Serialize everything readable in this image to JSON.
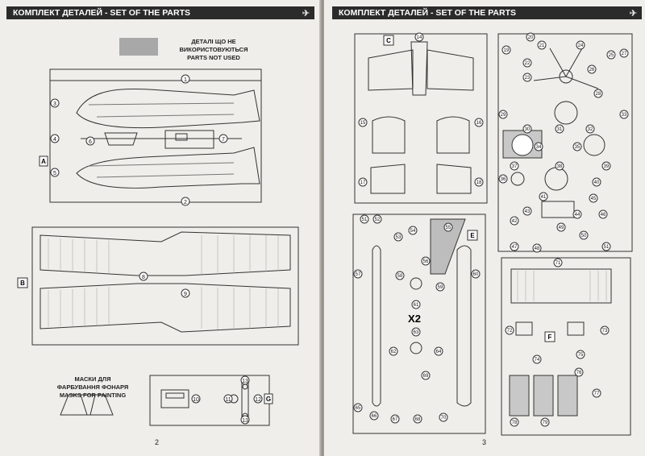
{
  "left_page": {
    "header": "КОМПЛЕКТ ДЕТАЛЕЙ - SET OF THE PARTS",
    "page_number": "2",
    "not_used": {
      "lines": [
        "ДЕТАЛІ ЩО НЕ",
        "ВИКОРИСТОВУЮТЬСЯ",
        "PARTS NOT USED"
      ]
    },
    "masks": {
      "lines": [
        "МАСКИ ДЛЯ",
        "ФАРБУВАННЯ ФОНАРЯ",
        "MASKS FOR PAINTING"
      ]
    },
    "sprue_letters": {
      "a": "A",
      "b": "B",
      "g": "G"
    },
    "part_numbers": {
      "p1": "1",
      "p2": "2",
      "p3": "3",
      "p4": "4",
      "p5": "5",
      "p6": "6",
      "p7": "7",
      "p8": "8",
      "p9": "9",
      "p10": "10",
      "p11": "11",
      "p12": "12",
      "p13a": "13",
      "p13b": "13"
    }
  },
  "right_page": {
    "header": "КОМПЛЕКТ ДЕТАЛЕЙ - SET OF THE PARTS",
    "page_number": "3",
    "sprue_letters": {
      "c": "C",
      "e": "E",
      "f": "F"
    },
    "multiplier": "X2",
    "part_numbers": [
      "14",
      "15",
      "16",
      "17",
      "18",
      "19",
      "20",
      "21",
      "22",
      "23",
      "24",
      "25",
      "26",
      "27",
      "28",
      "29",
      "30",
      "31",
      "32",
      "33",
      "34",
      "35",
      "36",
      "37",
      "38",
      "39",
      "40",
      "41",
      "42",
      "43",
      "44",
      "45",
      "46",
      "47",
      "48",
      "49",
      "50",
      "51",
      "51",
      "52",
      "53",
      "54",
      "55",
      "56",
      "57",
      "58",
      "59",
      "60",
      "61",
      "62",
      "63",
      "64",
      "65",
      "66",
      "67",
      "68",
      "69",
      "70",
      "71",
      "72",
      "73",
      "74",
      "75",
      "76",
      "77",
      "78",
      "79"
    ]
  }
}
